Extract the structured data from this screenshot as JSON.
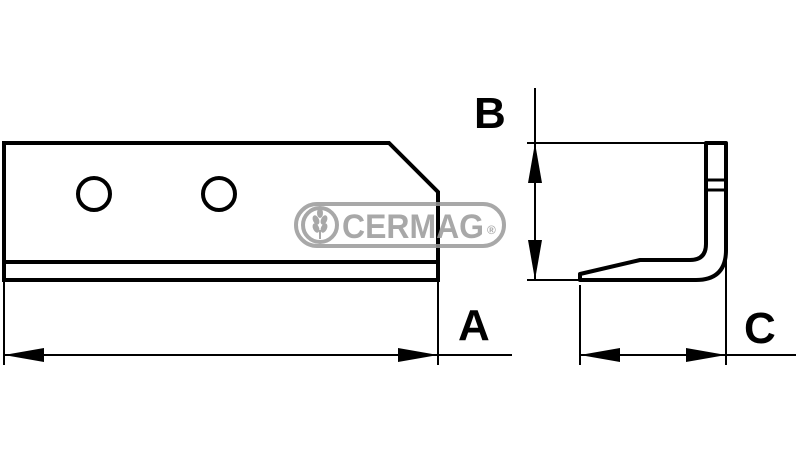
{
  "dimensions": {
    "length_label": "A",
    "height_label": "B",
    "depth_label": "C"
  },
  "watermark": {
    "text": "CERMAG",
    "mark": "®",
    "icon": "wheat-ear-icon",
    "color": "#9a9a9a"
  },
  "colors": {
    "line": "#000000",
    "background": "#ffffff"
  }
}
